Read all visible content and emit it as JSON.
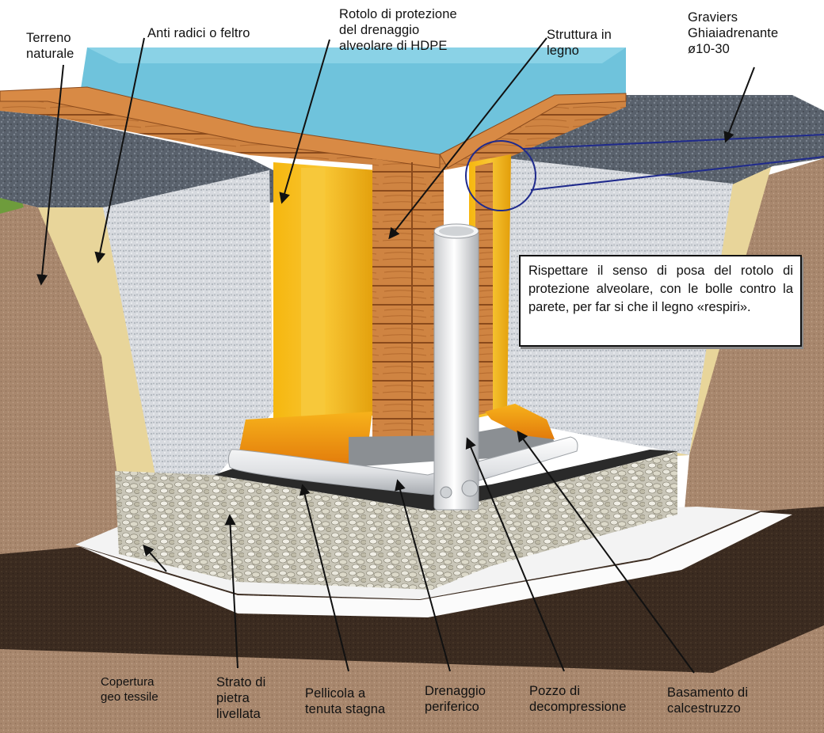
{
  "labels": {
    "terreno": "Terreno\nnaturale",
    "anti_radici": "Anti radici o feltro",
    "rotolo": "Rotolo di protezione\ndel drenaggio\nalveolare di HDPE",
    "struttura": "Struttura in\nlegno",
    "graviers": "Graviers\nGhiaiadrenante\nø10-30",
    "copertura": "Copertura\ngeo tessile",
    "strato": "Strato di\npietra\nlivellata",
    "pellicola": "Pellicola a\ntenuta stagna",
    "drenaggio": "Drenaggio\nperiferico",
    "pozzo": "Pozzo di\ndecompressione",
    "basamento": "Basamento di\ncalcestruzzo"
  },
  "note": "Rispettare il senso di posa del rotolo di protezione alveolare, con le bolle contro la parete, per far si che il legno «respiri».",
  "colors": {
    "soil": "#b08f74",
    "topsoil": "#a07f64",
    "felt": "#e8d59a",
    "gravel_top": "#5b6470",
    "gravel_white": "#d9dce1",
    "wood": "#c9793a",
    "wood_dark": "#8a4a1c",
    "yellow_membrane": "#f2b21a",
    "water": "#6fc3dc",
    "concrete": "#8b8f93",
    "geotextile": "#f4f4f4",
    "ground_dark": "#3a2a20",
    "pipe": "#e9eaec",
    "annotation_line": "#1f2a8c"
  }
}
